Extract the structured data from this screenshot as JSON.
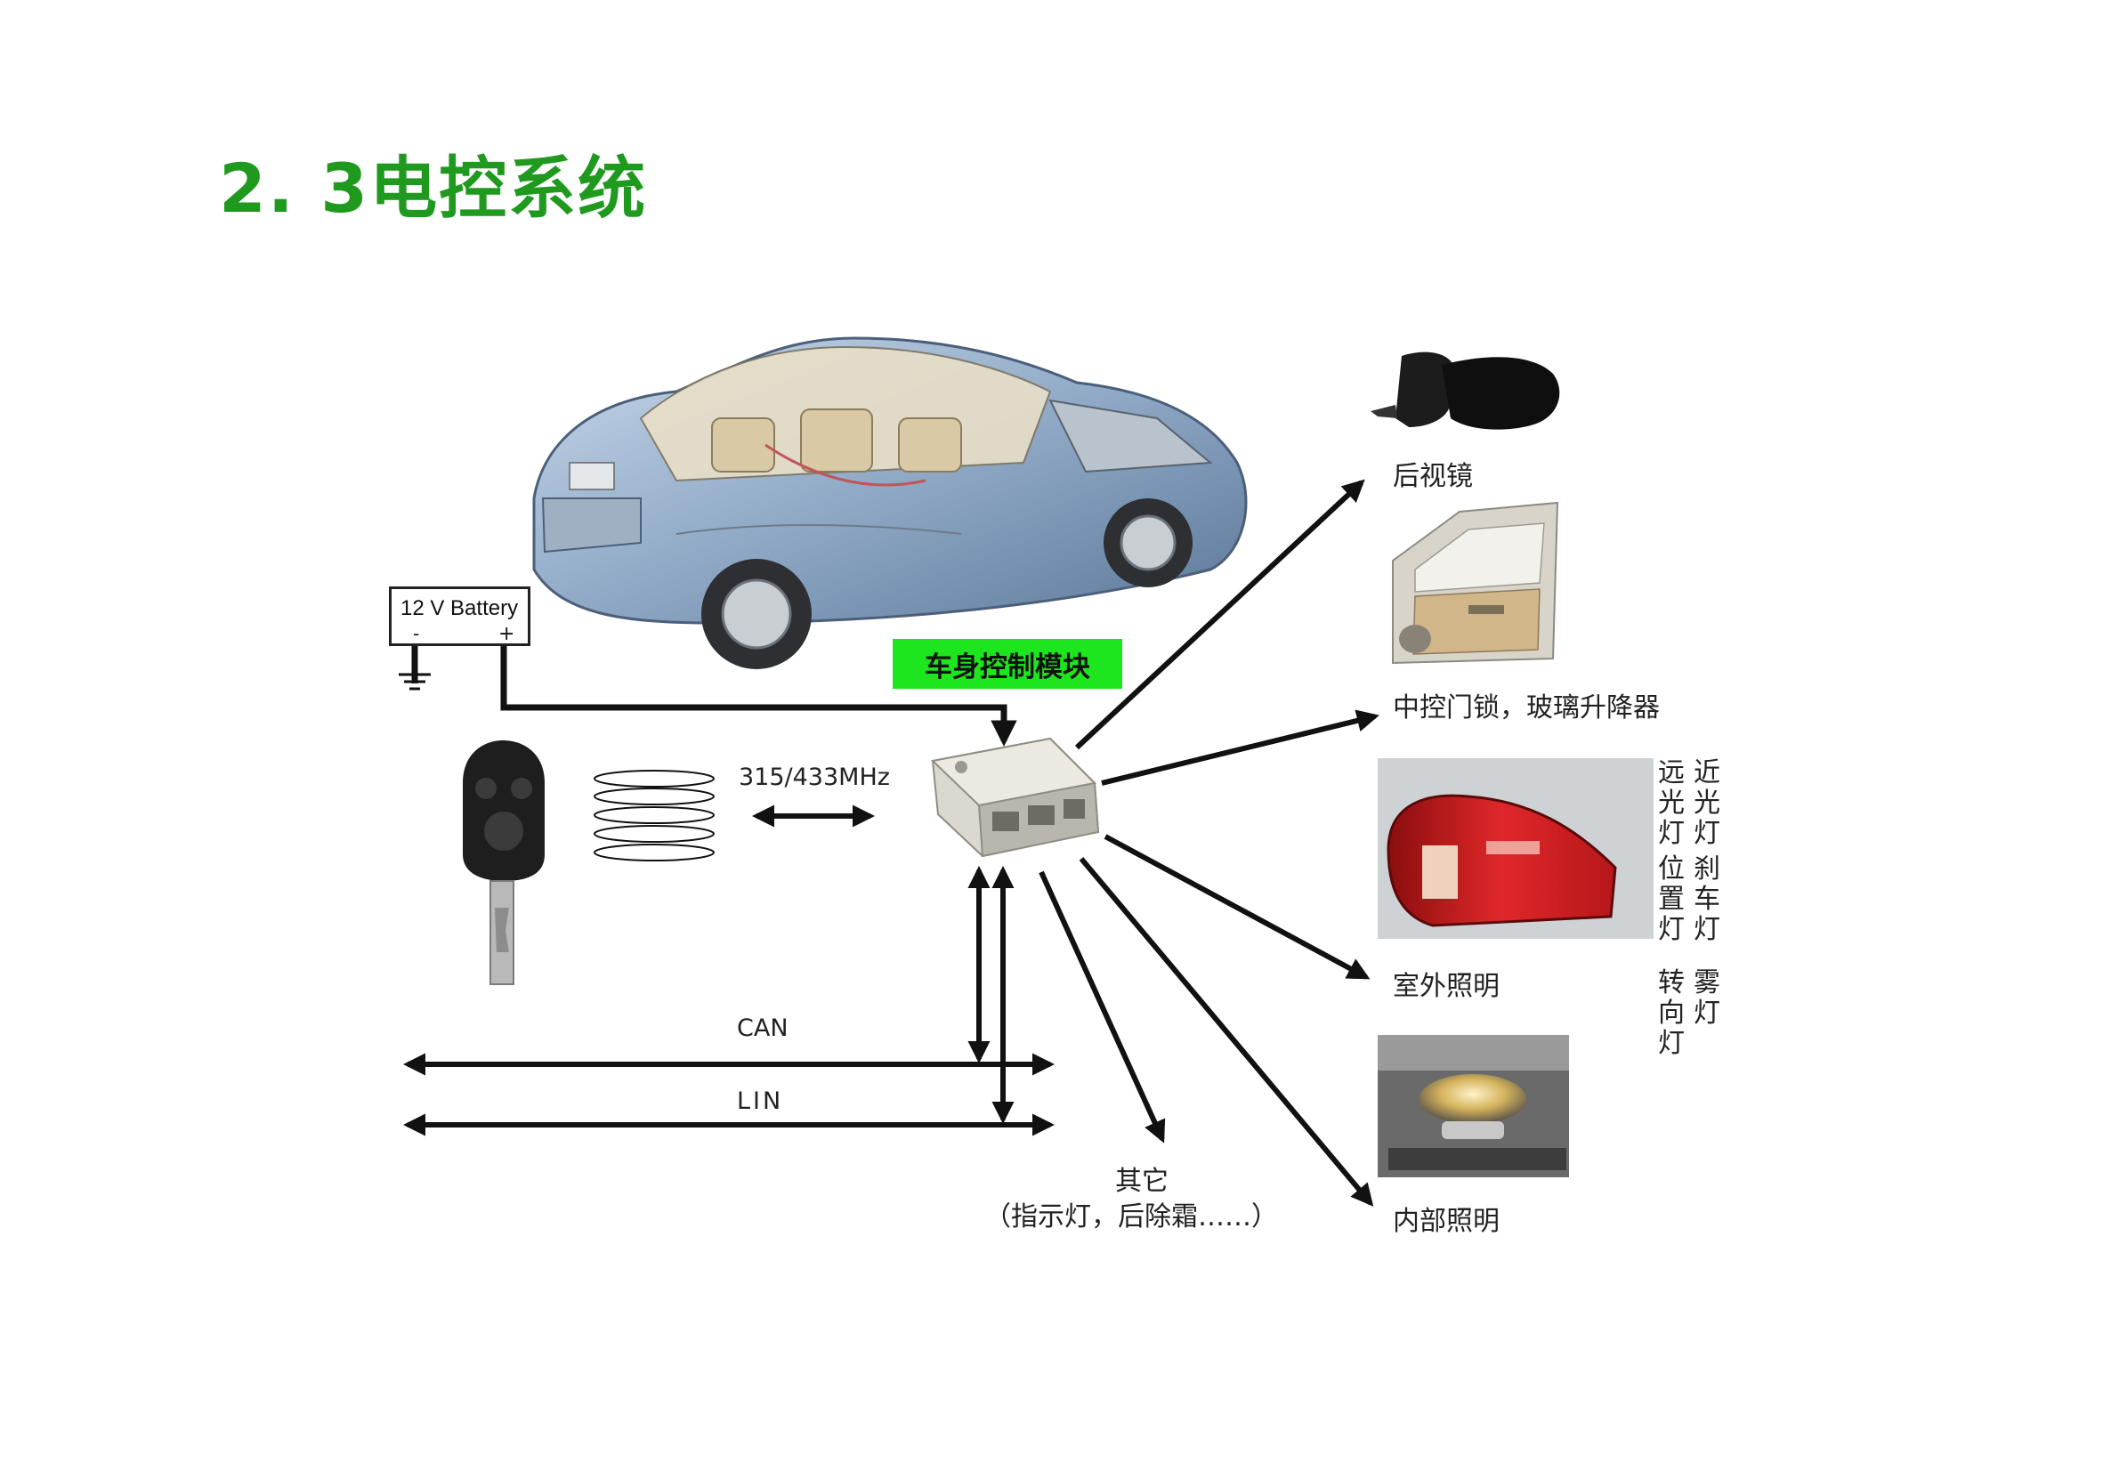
{
  "title": "2. 3电控系统",
  "battery": {
    "label": "12 V Battery",
    "minus": "-",
    "plus": "+"
  },
  "module_label": "车身控制模块",
  "frequency": "315/433MHz",
  "bus": {
    "can": "CAN",
    "lin": "LIN"
  },
  "targets": {
    "mirror": "后视镜",
    "door": "中控门锁，玻璃升降器",
    "exterior_light": "室外照明",
    "interior_light": "内部照明",
    "other_title": "其它",
    "other_detail": "（指示灯，后除霜……）"
  },
  "lamps": {
    "col_left": [
      "远光灯",
      "位置灯",
      "转向灯"
    ],
    "col_right": [
      "近光灯",
      "刹车灯",
      "雾灯"
    ]
  },
  "icons": {
    "car": "car-cutaway-icon",
    "key": "remote-key-icon",
    "module": "body-control-module-icon",
    "mirror": "side-mirror-icon",
    "door": "car-door-icon",
    "taillight": "tail-light-icon",
    "dome": "dome-light-icon",
    "ground": "ground-icon",
    "radio": "radio-wave-icon"
  },
  "colors": {
    "title": "#1f9a1f",
    "module_label_bg": "#1ee61e",
    "line": "#111111"
  }
}
